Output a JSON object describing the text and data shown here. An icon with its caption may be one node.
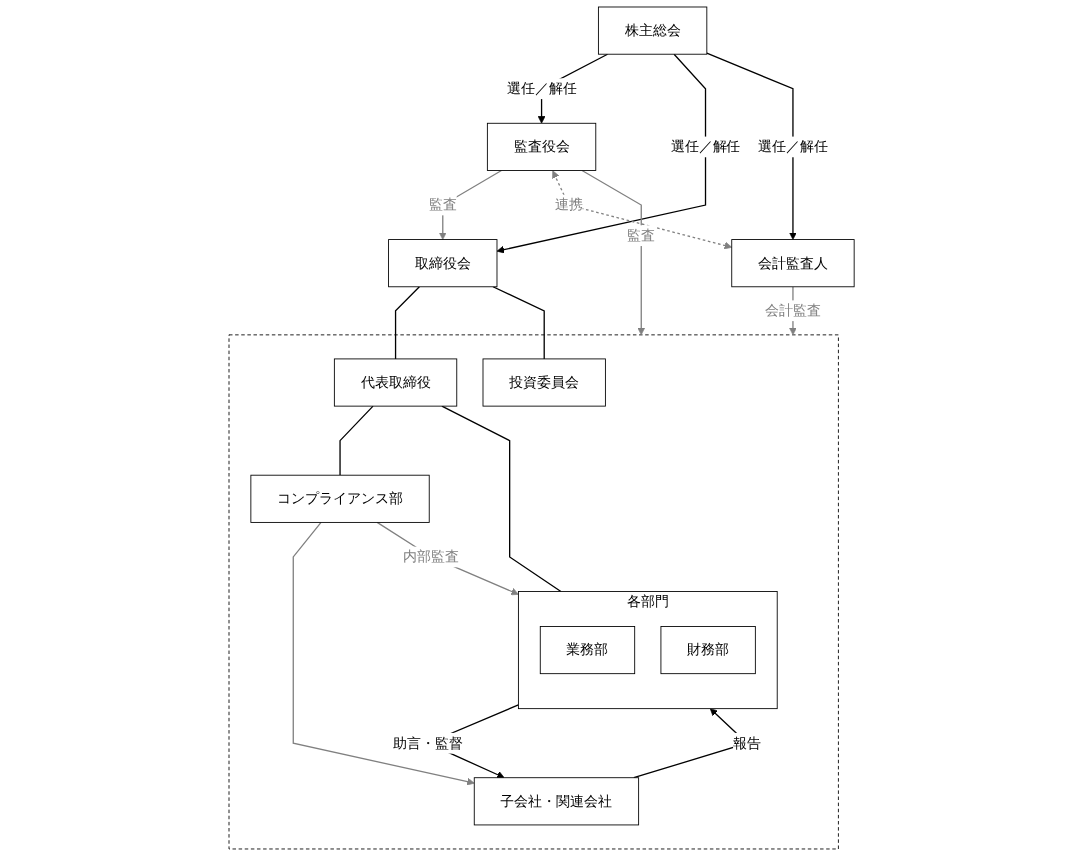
{
  "diagram": {
    "nodes": [
      {
        "text": [
          "株主総会"
        ]
      },
      {
        "text": [
          "監査役会"
        ]
      },
      {
        "text": [
          "取締役会"
        ]
      },
      {
        "text": [
          "会計監査人"
        ]
      },
      {
        "text": [],
        "shape": "box"
      },
      {
        "text": [
          "代表取締役"
        ],
        "in": 4
      },
      {
        "text": [
          "投資委員会"
        ],
        "in": 4
      },
      {
        "text": [
          "各部門"
        ],
        "in": 4
      },
      {
        "text": [
          "業務部"
        ],
        "in": 7
      },
      {
        "text": [
          "財務部"
        ],
        "in": 7
      },
      {
        "text": [
          "コンプライアンス部"
        ],
        "in": 4
      },
      {
        "text": [
          "子会社・関連会社"
        ],
        "in": 4
      }
    ],
    "edges": [
      {
        "from": 0,
        "to": 1,
        "arrow": "to",
        "label": "選任／解任"
      },
      {
        "from": 0,
        "to": 2,
        "arrow": "to",
        "label": "選任／解任"
      },
      {
        "from": 0,
        "to": 3,
        "arrow": "to",
        "label": "選任／解任"
      },
      {
        "from": 1,
        "to": 2,
        "arrow": "to",
        "label": "監査",
        "color": "#808080"
      },
      {
        "from": 1,
        "to": 3,
        "arrow": "both",
        "label": "連携",
        "style": "dashed",
        "color": "#808080"
      },
      {
        "from": 1,
        "to": 4,
        "arrow": "to",
        "label": "監査",
        "color": "#808080"
      },
      {
        "from": 3,
        "to": 4,
        "arrow": "to",
        "label": "会計監査",
        "color": "#808080"
      },
      {
        "from": 2,
        "to": 5,
        "arrow": "none"
      },
      {
        "from": 2,
        "to": 6,
        "arrow": "none"
      },
      {
        "from": 5,
        "to": 7,
        "arrow": "none"
      },
      {
        "from": 5,
        "to": 10,
        "arrow": "none"
      },
      {
        "from": 10,
        "to": 7,
        "arrow": "to",
        "label": "内部監査",
        "color": "#808080"
      },
      {
        "from": 10,
        "to": 11,
        "arrow": "to",
        "color": "#808080"
      },
      {
        "from": 7,
        "to": 11,
        "arrow": "to",
        "label": "助言・監督"
      },
      {
        "from": 11,
        "to": 7,
        "arrow": "to",
        "label": "報告"
      }
    ]
  }
}
